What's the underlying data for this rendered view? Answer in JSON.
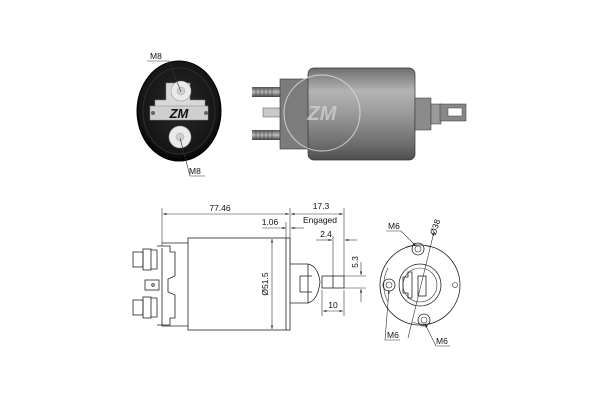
{
  "photo_end_view": {
    "labels": {
      "top_terminal": "M8",
      "bottom_terminal": "M8"
    },
    "logo": "ZM",
    "body_color": "#1c1c1c",
    "terminal_color": "#e6e6e6"
  },
  "photo_side_view": {
    "logo": "ZM",
    "body_color": "#8a8a8a"
  },
  "side_drawing": {
    "dimensions": {
      "overall_length": "77.46",
      "engaged_travel": "17.3",
      "engaged_label": "Engaged",
      "flange_offset": "1.06",
      "plunger_gap": "2.4",
      "body_diameter": "Ø51.5",
      "slot_height": "5.3",
      "slot_length": "10"
    }
  },
  "front_drawing": {
    "labels": {
      "top_hole": "M6",
      "left_hole": "M6",
      "bottom_hole": "M6",
      "bolt_circle": "Ø38"
    }
  },
  "colors": {
    "line": "#222222",
    "background": "#ffffff"
  }
}
